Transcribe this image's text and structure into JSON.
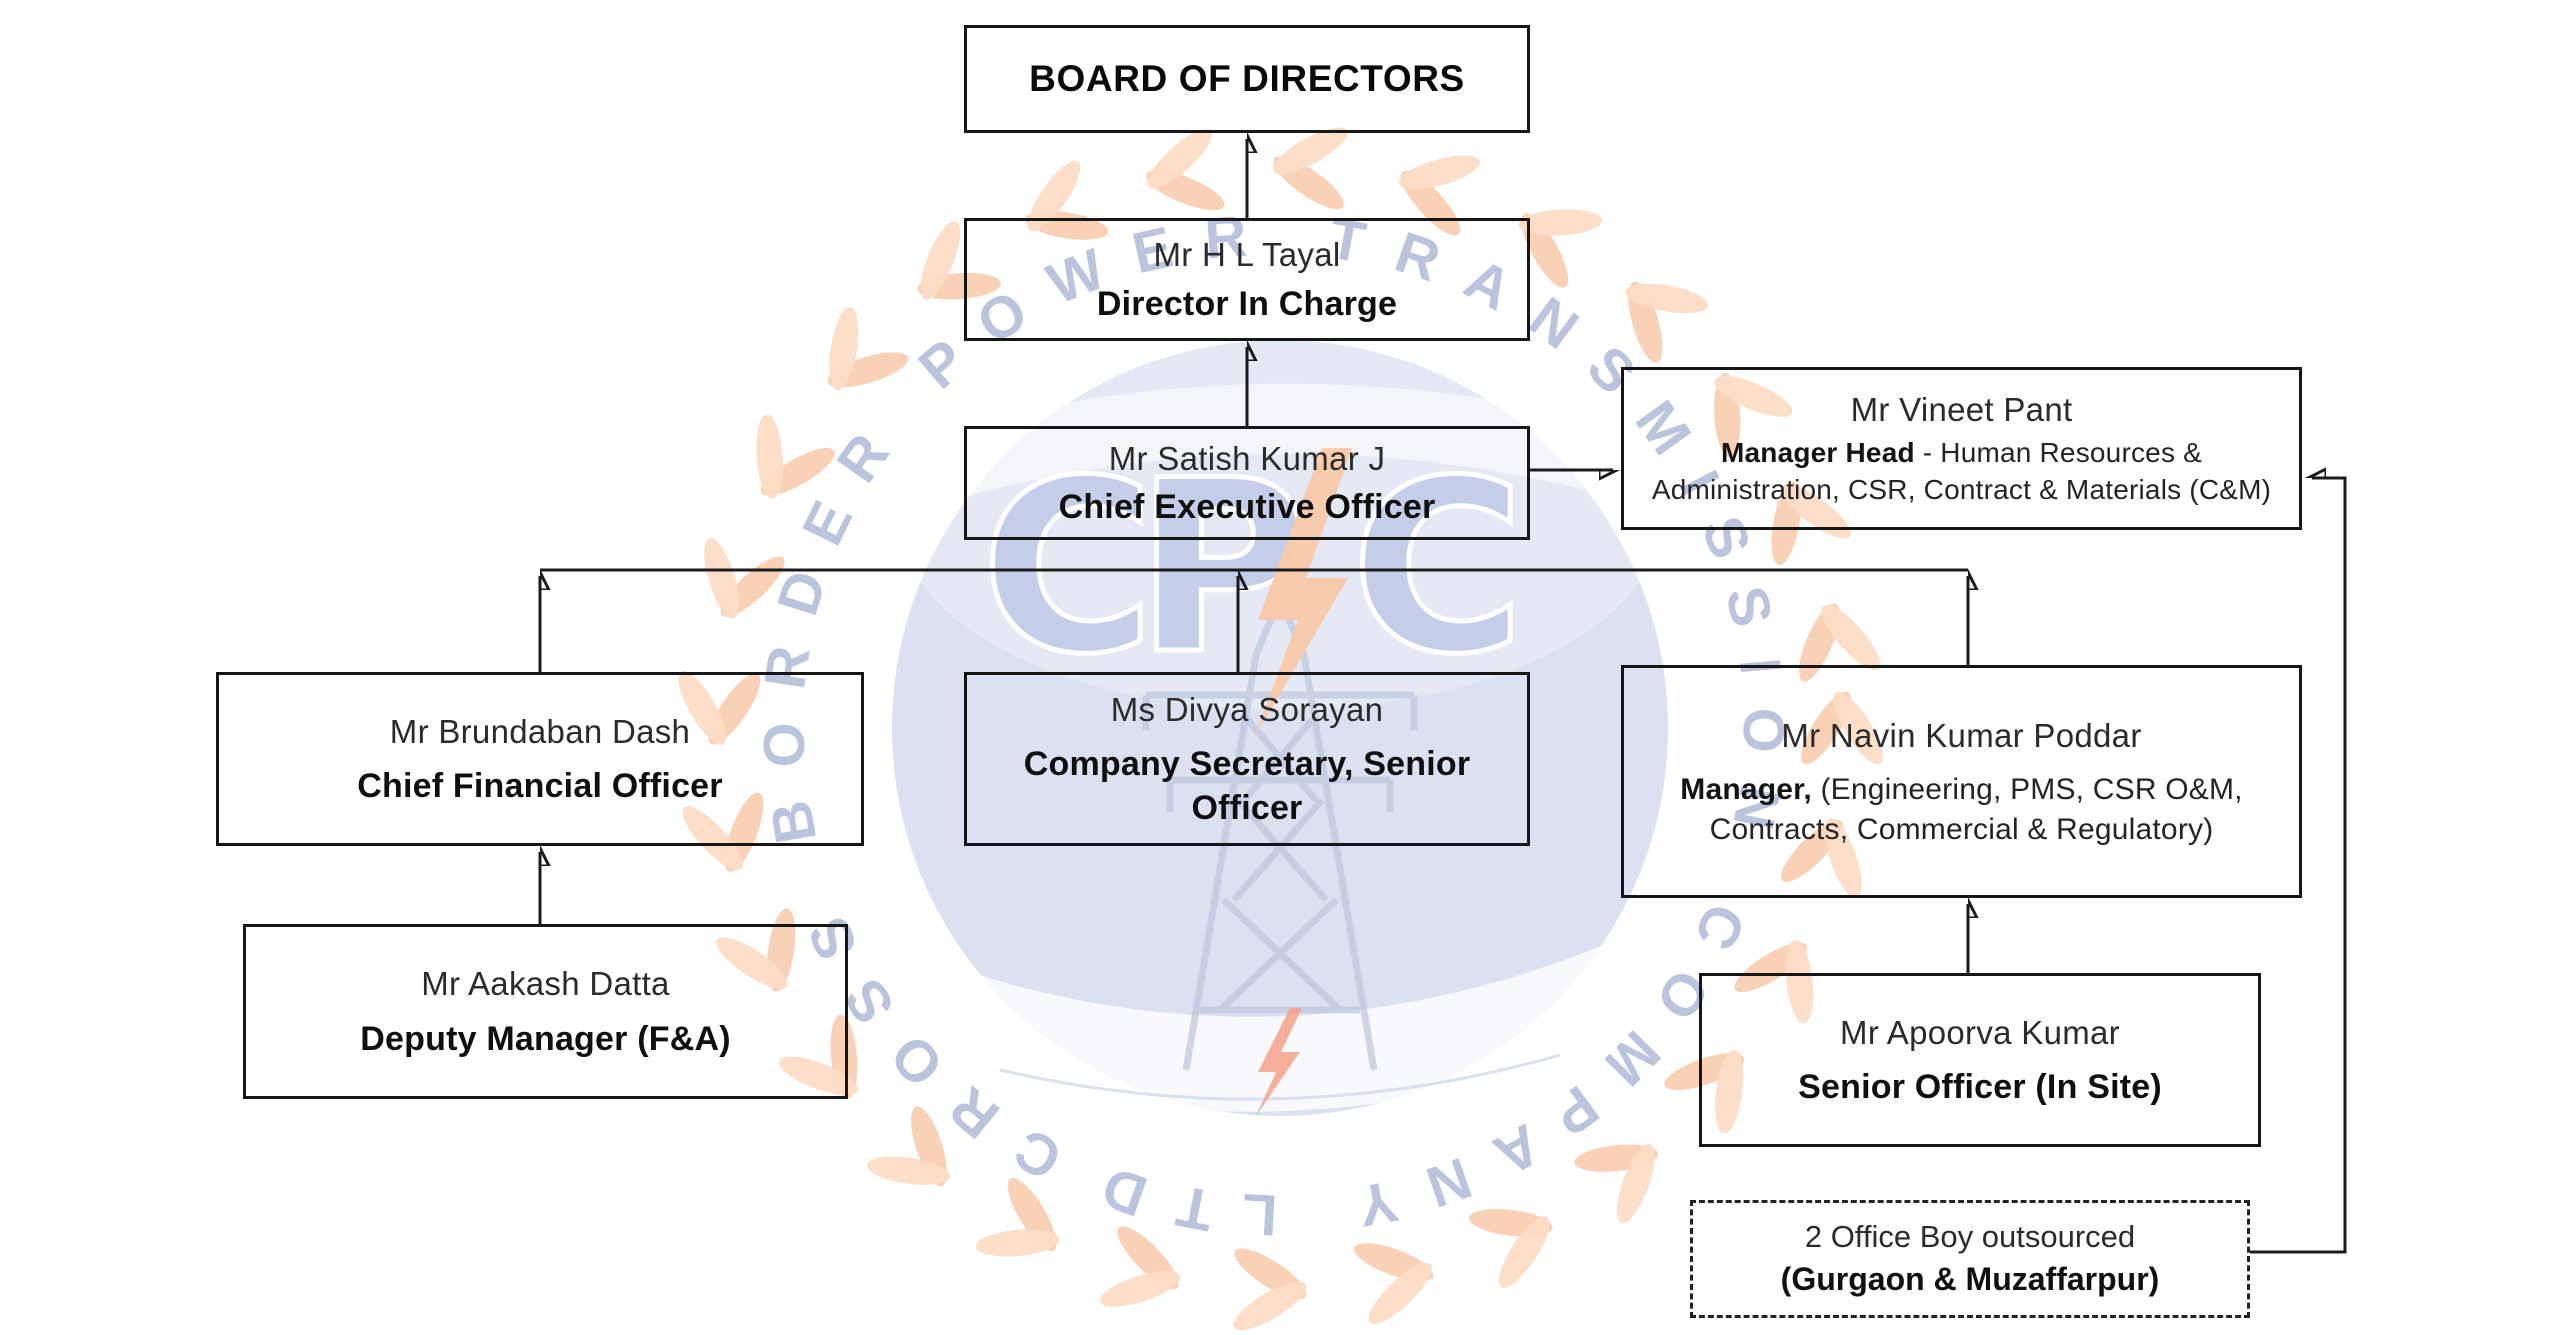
{
  "org_chart": {
    "board": {
      "title": "BOARD OF DIRECTORS"
    },
    "director_in_charge": {
      "name": "Mr H L Tayal",
      "title": "Director In Charge"
    },
    "ceo": {
      "name": "Mr Satish Kumar J",
      "title": "Chief Executive Officer"
    },
    "hr_head": {
      "name": "Mr Vineet Pant",
      "title_bold": "Manager Head",
      "title_rest": "- Human Resources & Administration, CSR, Contract & Materials (C&M)"
    },
    "cfo": {
      "name": "Mr Brundaban Dash",
      "title": "Chief Financial Officer"
    },
    "company_secretary": {
      "name": "Ms Divya Sorayan",
      "title": "Company Secretary, Senior Officer"
    },
    "manager": {
      "name": "Mr Navin Kumar Poddar",
      "title_bold": "Manager,",
      "title_rest": "(Engineering, PMS, CSR O&M, Contracts, Commercial & Regulatory)"
    },
    "deputy_manager_fa": {
      "name": "Mr Aakash Datta",
      "title": "Deputy Manager (F&A)"
    },
    "senior_officer_site": {
      "name": "Mr Apoorva Kumar",
      "title": "Senior Officer (In Site)"
    },
    "office_boys": {
      "line1": "2 Office Boy outsourced",
      "line2": "(Gurgaon & Muzaffarpur)"
    }
  },
  "watermark": {
    "ring_text": "CROSS BORDER POWER TRANSMISSION COMPANY LTD",
    "monogram": {
      "c1": "C",
      "p": "P",
      "c2": "C"
    },
    "colors": {
      "leaf": "#f9cfb2",
      "leaf_light": "#fcdcc6",
      "ring_text": "#b7c1dc",
      "disc": "#dbe1f0",
      "letters": "#c5cee8",
      "bolt": "#f9c9a8",
      "small_bolt": "#f4a58f",
      "tower": "#bfc8df",
      "line": "#1b1b1b"
    }
  }
}
